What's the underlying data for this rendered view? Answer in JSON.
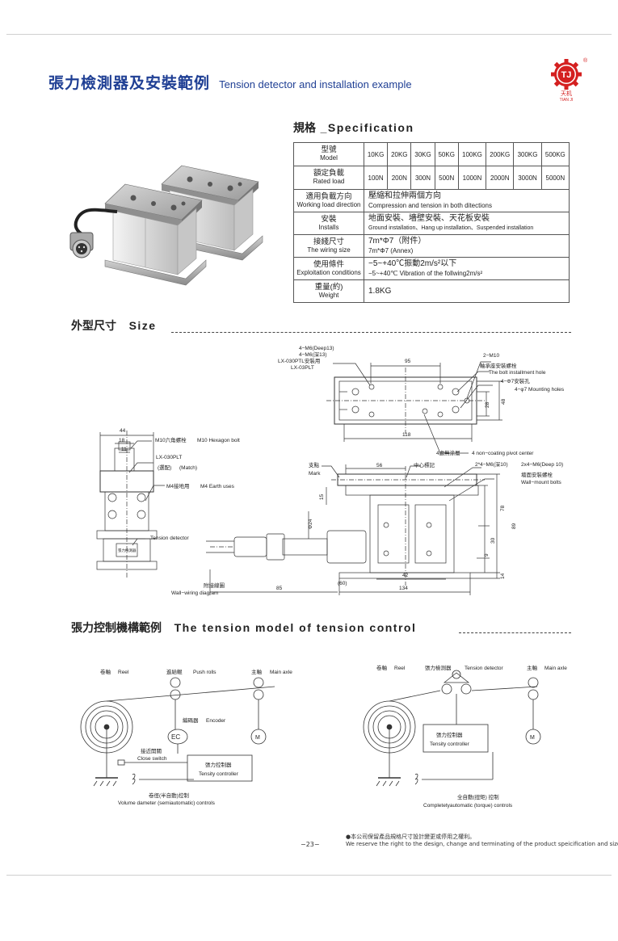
{
  "header": {
    "title_zh": "張力檢測器及安裝範例",
    "title_en": "Tension detector and installation example"
  },
  "logo": {
    "mark": "TJ",
    "zh": "天机",
    "en": "TIAN JI",
    "reg": "®"
  },
  "spec": {
    "title_zh": "規格",
    "title_en": "_Specification",
    "model_label_zh": "型號",
    "model_label_en": "Model",
    "models": [
      "10KG",
      "20KG",
      "30KG",
      "50KG",
      "100KG",
      "200KG",
      "300KG",
      "500KG"
    ],
    "load_label_zh": "額定負載",
    "load_label_en": "Rated load",
    "loads": [
      "100N",
      "200N",
      "300N",
      "500N",
      "1000N",
      "2000N",
      "3000N",
      "5000N"
    ],
    "rows": [
      {
        "lab_zh": "適用負載方向",
        "lab_en": "Working load direction",
        "val_zh": "壓縮和拉伸兩個方向",
        "val_en": "Compression and tension in both ditections"
      },
      {
        "lab_zh": "安裝",
        "lab_en": "Installs",
        "val_zh": "地面安裝、墻壁安裝、天花板安裝",
        "val_en": "Ground installation、Hang up installation、Suspended installation"
      },
      {
        "lab_zh": "接綫尺寸",
        "lab_en": "The wiring size",
        "val_zh": "7m*Φ7（附件）",
        "val_en": "7m*Φ7 (Annex)"
      },
      {
        "lab_zh": "使用條件",
        "lab_en": "Exploitation conditions",
        "val_zh": "−5~+40℃振動2m/s²以下",
        "val_en": "−5~+40℃ Vibration of the follwing2m/s²"
      },
      {
        "lab_zh": "重量(約)",
        "lab_en": "Weight",
        "val_zh": "1.8KG",
        "val_en": ""
      }
    ]
  },
  "size": {
    "title_zh": "外型尺寸",
    "title_en": "Size",
    "top_view": {
      "l1": "4−M6(Deep13)",
      "l2": "4−M6(深13)",
      "l3": "LX-030PTL安裝用",
      "l4": "LX-03PLT",
      "d95": "95",
      "m10": "2−M10",
      "bolt_zh": "軸承座安裝螺栓",
      "bolt_en": "The bolt installment hole",
      "h7_zh": "4−Φ7安裝孔",
      "h7_en": "4−φ7 Mounting holes",
      "d28": "28",
      "d48": "48",
      "d118": "118",
      "pivot_zh": "4處無涂層",
      "pivot_en": "4 non−coating pivot center"
    },
    "side_view": {
      "d44": "44",
      "d18": "18",
      "d11": "11",
      "m10_zh": "M10六角螺栓",
      "m10_en": "M10 Hexagon bolt",
      "lx": "LX-030PLT",
      "match_zh": "(選配)",
      "match_en": "(Match)",
      "m4_zh": "M4接地用",
      "m4_en": "M4 Earth uses",
      "td_zh": "張力檢測器",
      "td_en": "Tension detector"
    },
    "front_view": {
      "mark_zh": "支點",
      "mark_en": "Mark",
      "d56": "56",
      "center_zh": "中心標記",
      "m6_zh": "2*4−M6(深10)",
      "m6_en": "2x4−M6(Deep 10)",
      "wall_zh": "墻面安裝螺栓",
      "wall_en": "Wall−mount bolts",
      "d15": "15",
      "d24": "Φ24",
      "d78": "78",
      "d89": "89",
      "d30": "30",
      "d9": "9",
      "d14": "14",
      "d42": "42",
      "d60": "(60)",
      "d134": "134",
      "d85": "85",
      "wire_zh": "附接線圖",
      "wire_en": "Wall−wiring diagram"
    }
  },
  "model": {
    "title_zh": "張力控制機構範例",
    "title_en": "The tension model of tension control",
    "left": {
      "reel_zh": "卷軸",
      "reel_en": "Reel",
      "push_zh": "進給輥",
      "push_en": "Push rolls",
      "main_zh": "主軸",
      "main_en": "Main axle",
      "enc_zh": "編碼器",
      "enc_en": "Encoder",
      "ec": "EC",
      "m": "M",
      "sw_zh": "接近開關",
      "sw_en": "Close switch",
      "ctrl_zh": "張力控制器",
      "ctrl_en": "Tensity controller",
      "cap_zh": "卷徑(半自動)控制",
      "cap_en": "Volume dameter (semiautomatic) controls"
    },
    "right": {
      "reel_zh": "卷軸",
      "reel_en": "Reel",
      "td_zh": "張力檢測器",
      "td_en": "Tension detector",
      "main_zh": "主軸",
      "main_en": "Main axle",
      "ctrl_zh": "張力控制器",
      "ctrl_en": "Tensity controller",
      "m": "M",
      "cap_zh": "全自動(扭矩) 控制",
      "cap_en": "Completetyautomatic (torque) controls"
    }
  },
  "footer": {
    "page": "−23−",
    "note_zh": "●本公司保留產品規格尺寸設計變更或停用之權利。",
    "note_en": "We reserve the right to the design, change and terminating of the product speicification and size."
  }
}
